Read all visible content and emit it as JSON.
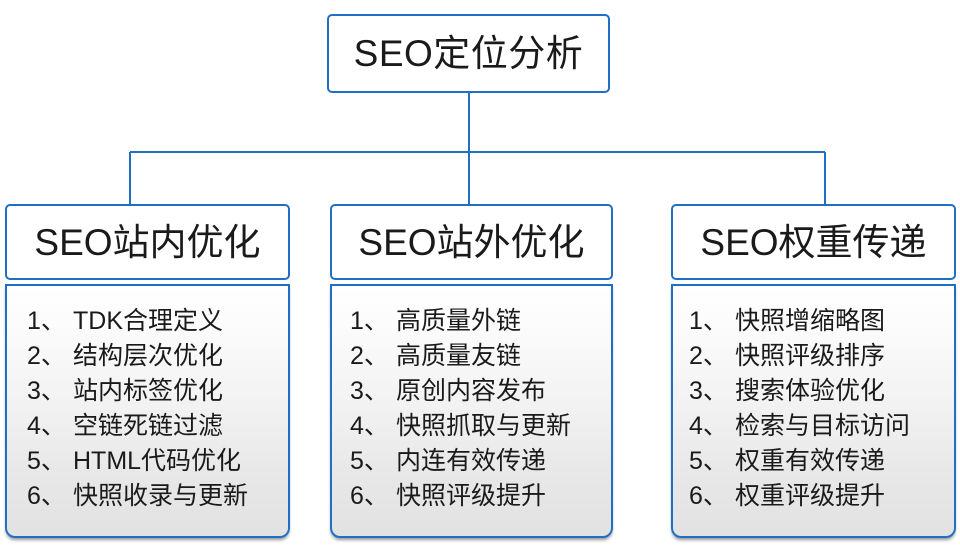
{
  "diagram": {
    "type": "org-tree",
    "root": {
      "label": "SEO定位分析"
    },
    "accent_color": "#1f6fc4",
    "text_color": "#1a1a1a",
    "panel_gradient_top": "#ffffff",
    "panel_gradient_bottom": "#e2e2e2",
    "branches": [
      {
        "header": "SEO站内优化",
        "items": [
          {
            "num": "1、",
            "text": "TDK合理定义"
          },
          {
            "num": "2、",
            "text": "结构层次优化"
          },
          {
            "num": "3、",
            "text": "站内标签优化"
          },
          {
            "num": "4、",
            "text": "空链死链过滤"
          },
          {
            "num": "5、",
            "text": "HTML代码优化"
          },
          {
            "num": "6、",
            "text": "快照收录与更新"
          }
        ]
      },
      {
        "header": "SEO站外优化",
        "items": [
          {
            "num": "1、",
            "text": "高质量外链"
          },
          {
            "num": "2、",
            "text": "高质量友链"
          },
          {
            "num": "3、",
            "text": "原创内容发布"
          },
          {
            "num": "4、",
            "text": "快照抓取与更新"
          },
          {
            "num": "5、",
            "text": "内连有效传递"
          },
          {
            "num": "6、",
            "text": "快照评级提升"
          }
        ]
      },
      {
        "header": "SEO权重传递",
        "items": [
          {
            "num": "1、",
            "text": "快照增缩略图"
          },
          {
            "num": "2、",
            "text": "快照评级排序"
          },
          {
            "num": "3、",
            "text": "搜索体验优化"
          },
          {
            "num": "4、",
            "text": "检索与目标访问"
          },
          {
            "num": "5、",
            "text": "权重有效传递"
          },
          {
            "num": "6、",
            "text": "权重评级提升"
          }
        ]
      }
    ]
  }
}
